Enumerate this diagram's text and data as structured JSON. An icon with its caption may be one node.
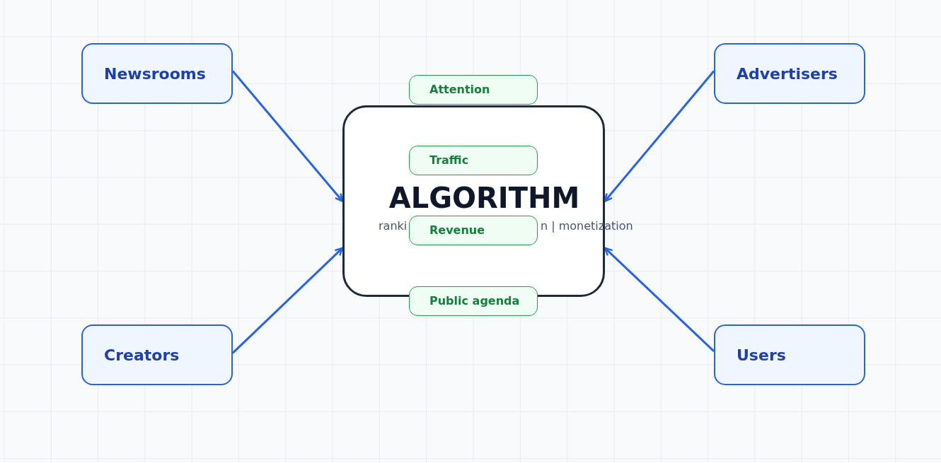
{
  "diagram": {
    "nodes": [
      {
        "text": [
          "Newsrooms"
        ]
      },
      {
        "text": [
          "Advertisers"
        ]
      },
      {
        "text": [
          "Attention"
        ]
      },
      {
        "text": [
          "ALGORITHM",
          "ranki",
          "n | monetization"
        ]
      },
      {
        "text": [
          "Traffic"
        ],
        "in": 3
      },
      {
        "text": [
          "Revenue"
        ],
        "in": 3
      },
      {
        "text": [
          "Public agenda"
        ]
      },
      {
        "text": [
          "Creators"
        ]
      },
      {
        "text": [
          "Users"
        ]
      }
    ],
    "edges": [
      {
        "from": 0,
        "to": 3,
        "arrow": "to"
      },
      {
        "from": 1,
        "to": 3,
        "arrow": "to"
      },
      {
        "from": 7,
        "to": 3,
        "arrow": "to"
      },
      {
        "from": 8,
        "to": 3,
        "arrow": "to"
      }
    ]
  }
}
